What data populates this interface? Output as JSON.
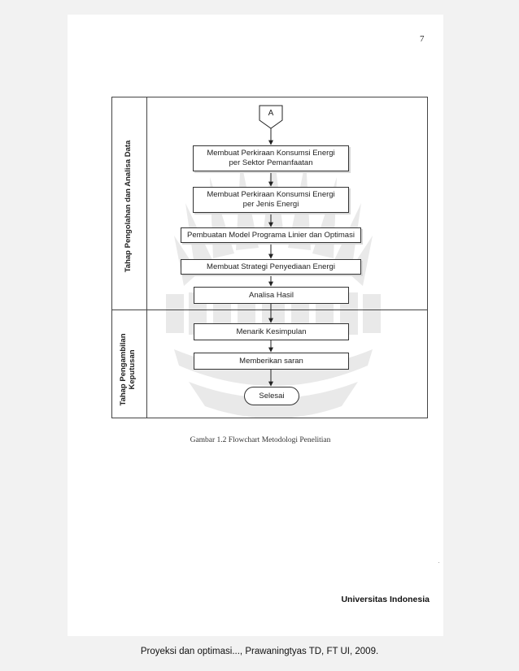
{
  "page_number": "7",
  "lanes": {
    "processing": "Tahap Pengolahan dan Analisa Data",
    "decision_line1": "Tahap Pengambilan",
    "decision_line2": "Keputusan"
  },
  "flow": {
    "connector": "A",
    "step1_line1": "Membuat Perkiraan Konsumsi Energi",
    "step1_line2": "per Sektor Pemanfaatan",
    "step2_line1": "Membuat Perkiraan Konsumsi Energi",
    "step2_line2": "per Jenis Energi",
    "step3": "Pembuatan Model Programa Linier dan Optimasi",
    "step4": "Membuat Strategi Penyediaan Energi",
    "step5": "Analisa Hasil",
    "step6": "Menarik Kesimpulan",
    "step7": "Memberikan saran",
    "end": "Selesai"
  },
  "caption": "Gambar 1.2  Flowchart Metodologi Penelitian",
  "institution": "Universitas Indonesia",
  "footer": "Proyeksi dan optimasi..., Prawaningtyas TD, FT UI, 2009."
}
